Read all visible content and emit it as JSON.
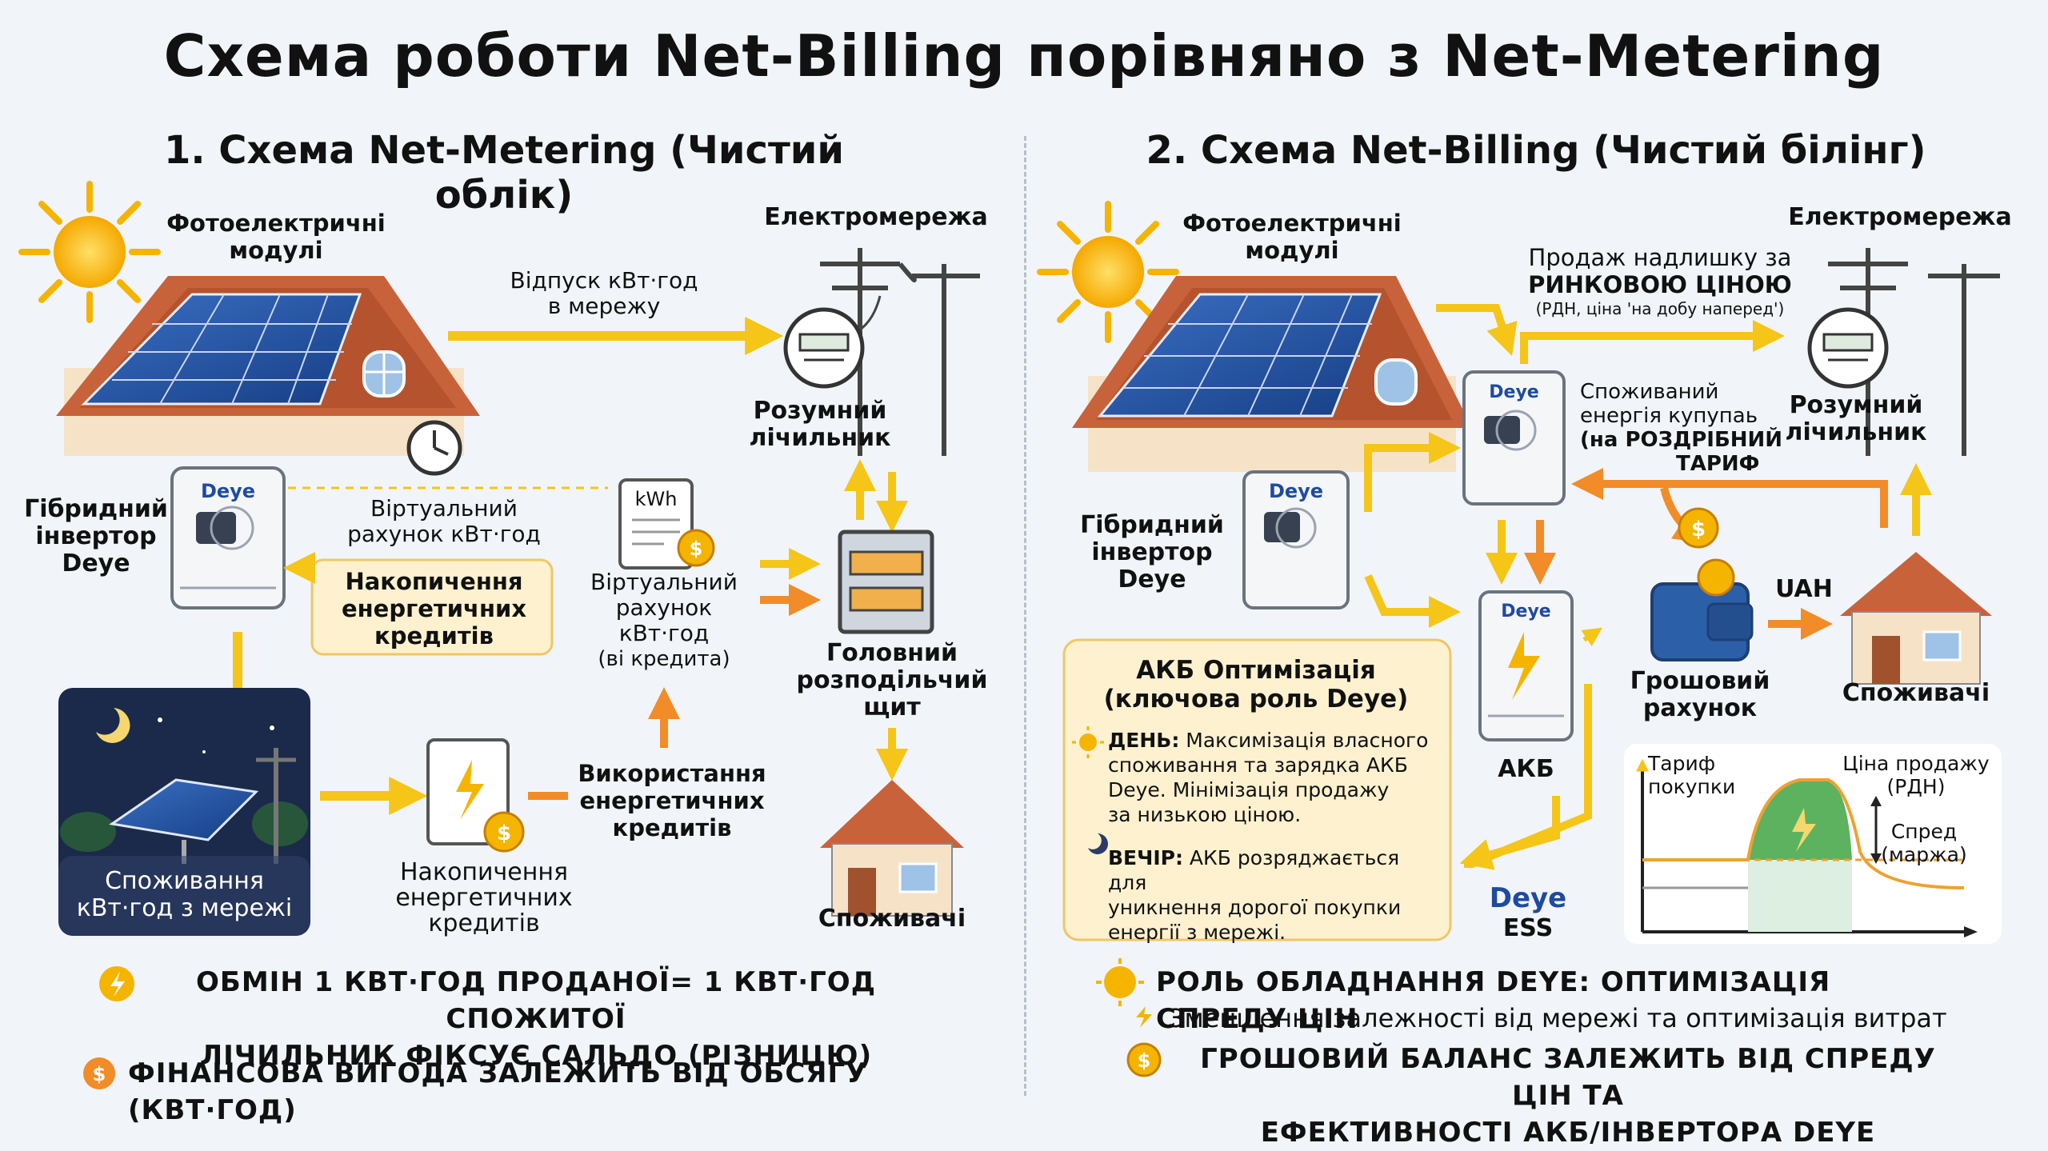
{
  "title": "Схема роботи Net-Billing порівняно з Net-Metering",
  "left": {
    "heading": "1. Схема Net-Metering (Чистий облік)",
    "pv_label": [
      "Фотоелектричні",
      "модулі"
    ],
    "grid_label": "Електромережа",
    "export_label": [
      "Відпуск кВт·год",
      "в мережу"
    ],
    "smart_meter": [
      "Розумний",
      "лічильник"
    ],
    "inverter_label": [
      "Гібридний",
      "інвертор",
      "Deye"
    ],
    "inverter_brand": "Deye",
    "virtual_account_top": [
      "Віртуальний",
      "рахунок кВт·год"
    ],
    "credits_box": [
      "Накопичення",
      "енергетичних",
      "кредитів"
    ],
    "kwh_doc": "kWh",
    "virtual_account_right": [
      "Віртуальний",
      "рахунок",
      "кВт·год"
    ],
    "virtual_account_note": "(ві кредита)",
    "main_board": [
      "Головний",
      "розподільчий",
      "щит"
    ],
    "night_label": [
      "Споживання",
      "кВт·год з мережі"
    ],
    "accum_label": [
      "Накопичення",
      "енергетичних",
      "кредитів"
    ],
    "use_label": [
      "Використання",
      "енергетичних",
      "кредитів"
    ],
    "consumers": "Споживачі",
    "foot1": [
      "ОБМІН 1 КВТ·ГОД ПРОДАНОЇ= 1 КВТ·ГОД СПОЖИТОЇ",
      "ЛІЧИЛЬНИК ФІКСУЄ САЛЬДО (РІЗНИЦЮ)"
    ],
    "foot2": "ФІНАНСОВА ВИГОДА ЗАЛЕЖИТЬ ВІД ОБСЯГУ (КВТ·ГОД)"
  },
  "right": {
    "heading": "2. Схема Net-Billing (Чистий білінг)",
    "pv_label": [
      "Фотоелектричні",
      "модулі"
    ],
    "grid_label": "Електромережа",
    "sell_label": [
      "Продаж надлишку за",
      "РИНКОВОЮ ЦІНОЮ",
      "(РДН, ціна 'на добу наперед')"
    ],
    "buy_label": [
      "Споживаний",
      "енергія купупаь",
      "(на РОЗДРІБНИЙ",
      "ТАРИФ"
    ],
    "smart_meter": [
      "Розумний",
      "лічильник"
    ],
    "inverter_label": [
      "Гібридний",
      "інвертор",
      "Deye"
    ],
    "inverter_brand": "Deye",
    "battery_label": "АКБ",
    "wallet_label": [
      "Грошовий",
      "рахунок"
    ],
    "currency": "UAH",
    "consumers": "Споживачі",
    "ess_brand": "Deye",
    "ess_label": "ESS",
    "akb_box": {
      "title": [
        "АКБ Оптимізація",
        "(ключова роль Deye)"
      ],
      "day_key": "ДЕНЬ:",
      "day_text": [
        "Максимізація власного",
        "споживання та зарядка АКБ",
        "Deye. Мінімізація продажу",
        "за низькою ціною."
      ],
      "eve_key": "ВЕЧІР:",
      "eve_text": [
        "АКБ розряджається для",
        "уникнення дорогої покупки",
        "енергії з мережі."
      ]
    },
    "chart": {
      "buy_tariff": [
        "Тариф",
        "покупки"
      ],
      "sell_price": [
        "Ціна продажу",
        "(РДН)"
      ],
      "spread": [
        "Спред",
        "(маржа)"
      ]
    },
    "foot1": "РОЛЬ ОБЛАДНАННЯ DEYE: ОПТИМІЗАЦІЯ СПРЕДУ ЦІН",
    "foot2": "Зменшення залежності від мережі та оптимізація витрат",
    "foot3": [
      "ГРОШОВИЙ БАЛАНС ЗАЛЕЖИТЬ ВІД СПРЕДУ ЦІН ТА",
      "ЕФЕКТИВНОСТІ АКБ/ІНВЕРТОРА DEYE"
    ]
  },
  "colors": {
    "yellow_arrow": "#f5c518",
    "orange_arrow": "#f28c28",
    "roof": "#c8623a",
    "panel": "#1f4f9e",
    "night": "#1b2a4a",
    "credit_bg": "#fdf1cf"
  }
}
